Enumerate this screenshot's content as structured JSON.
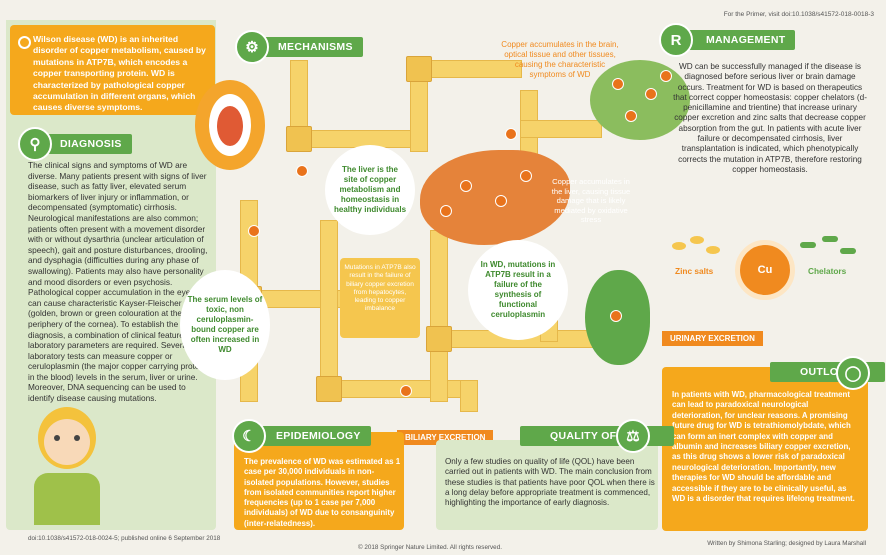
{
  "header_link": "For the Primer, visit doi:10.1038/s41572-018-0018-3",
  "intro": "Wilson disease (WD) is an inherited disorder of copper metabolism, caused by mutations in ATP7B, which encodes a copper transporting protein. WD is characterized by pathological copper accumulation in different organs, which causes diverse symptoms.",
  "sections": {
    "mechanisms": "MECHANISMS",
    "management": "MANAGEMENT",
    "diagnosis": "DIAGNOSIS",
    "epidemiology": "EPIDEMIOLOGY",
    "quality_of_life": "QUALITY OF LIFE",
    "outlook": "OUTLOOK"
  },
  "diagnosis_text": "The clinical signs and symptoms of WD are diverse. Many patients present with signs of liver disease, such as fatty liver, elevated serum biomarkers of liver injury or inflammation, or decompensated (symptomatic) cirrhosis. Neurological manifestations are also common; patients often present with a movement disorder with or without dysarthria (unclear articulation of speech), gait and posture disturbances, drooling, and dysphagia (difficulties during any phase of swallowing). Patients may also have personality and mood disorders or even psychosis. Pathological copper accumulation in the eyes can cause characteristic Kayser-Fleischer rings (golden, brown or green colouration at the periphery of the cornea). To establish the diagnosis, a combination of clinical features and laboratory parameters are required. Several laboratory tests can measure copper or ceruloplasmin (the major copper carrying protein in the blood) levels in the serum, liver or urine. Moreover, DNA sequencing can be used to identify disease causing mutations.",
  "mechanism_callouts": {
    "brain": "Copper accumulates in the brain, optical tissue and other tissues, causing the characteristic symptoms of WD",
    "liver_site": "The liver is the site of copper metabolism and homeostasis in healthy individuals",
    "liver_accum": "Copper accumulates in the liver, causing tissue damage that is likely mediated by oxidative stress",
    "serum": "The serum levels of toxic, non ceruloplasmin-bound copper are often increased in WD",
    "mutations_biliary": "Mutations in ATP7B also result in the failure of biliary copper excretion from hepatocytes, leading to copper imbalance",
    "ceruloplasmin": "In WD, mutations in ATP7B result in a failure of the synthesis of functional ceruloplasmin"
  },
  "management_text": "WD can be successfully managed if the disease is diagnosed before serious liver or brain damage occurs. Treatment for WD is based on therapeutics that correct copper homeostasis: copper chelators (d-penicillamine and trientine) that increase urinary copper excretion and zinc salts that decrease copper absorption from the gut. In patients with acute liver failure or decompensated cirrhosis, liver transplantation is indicated, which phenotypically corrects the mutation in ATP7B, therefore restoring copper homeostasis.",
  "treatment_labels": {
    "zinc": "Zinc salts",
    "cu": "Cu",
    "chelators": "Chelators"
  },
  "tags": {
    "urinary": "URINARY EXCRETION",
    "biliary": "BILIARY EXCRETION"
  },
  "epidemiology_text": "The prevalence of WD was estimated as 1 case per 30,000 individuals in non-isolated populations. However, studies from isolated communities report higher frequencies (up to 1 case per 7,000 individuals) of WD due to consanguinity (inter-relatedness).",
  "qol_text": "Only a few studies on quality of life (QOL) have been carried out in patients with WD. The main conclusion from these studies is that patients have poor QOL when there is a long delay before appropriate treatment is commenced, highlighting the importance of early diagnosis.",
  "outlook_text": "In patients with WD, pharmacological treatment can lead to paradoxical neurological deterioration, for unclear reasons. A promising future drug for WD is tetrathiomolybdate, which can form an inert complex with copper and albumin and increases biliary copper excretion, as this drug shows a lower risk of paradoxical neurological deterioration. Importantly, new therapies for WD should be affordable and accessible if they are to be clinically useful, as WD is a disorder that requires lifelong treatment.",
  "footer": {
    "doi": "doi:10.1038/s41572-018-0024-5; published online 6 September 2018",
    "copyright": "© 2018 Springer Nature Limited. All rights reserved.",
    "credits": "Written by Shimona Starling; designed by Laura Marshall"
  },
  "colors": {
    "green": "#5fa84a",
    "orange": "#f08a1f",
    "yellow": "#f5a81c",
    "panel": "#dbe8c9"
  }
}
